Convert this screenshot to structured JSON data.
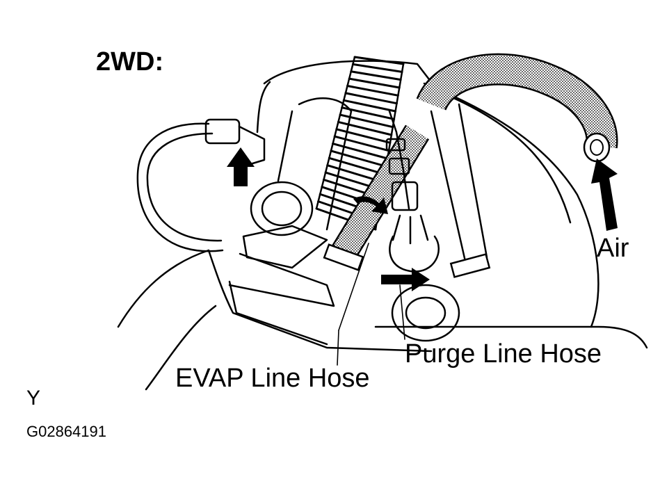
{
  "diagram": {
    "title": "2WD:",
    "labels": {
      "air": "Air",
      "purge_line_hose": "Purge Line Hose",
      "evap_line_hose": "EVAP Line Hose"
    },
    "view_letter": "Y",
    "figure_code": "G02864191"
  },
  "colors": {
    "ink": "#000000",
    "paper": "#ffffff",
    "stipple": "#9a9a9a"
  }
}
